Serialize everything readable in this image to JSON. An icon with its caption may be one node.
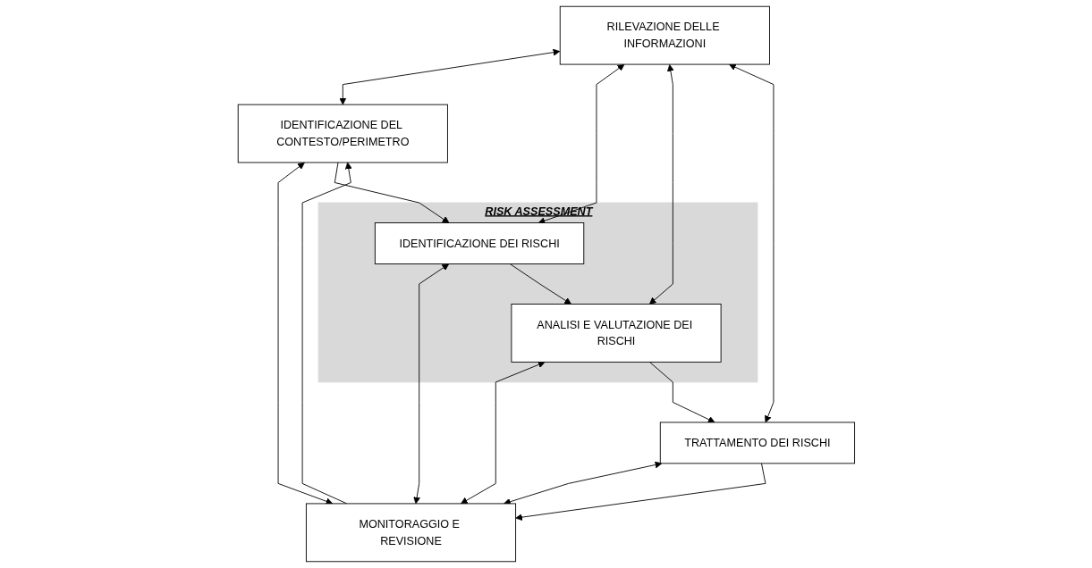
{
  "diagram": {
    "nodes": [
      {
        "text": [
          "RILEVAZIONE DELLE INFORMAZIONI"
        ]
      },
      {
        "text": [
          "IDENTIFICAZIONE DEL CONTESTO/PERIMETRO"
        ]
      },
      {
        "text": [
          "RISK ASSESSMENT"
        ]
      },
      {
        "text": [
          "IDENTIFICAZIONE DEI RISCHI"
        ],
        "in": 2
      },
      {
        "text": [
          "ANALISI E VALUTAZIONE DEI RISCHI"
        ],
        "in": 2
      },
      {
        "text": [
          "TRATTAMENTO DEI RISCHI"
        ]
      },
      {
        "text": [
          "MONITORAGGIO E REVISIONE"
        ]
      }
    ],
    "edges": [
      {
        "from": 0,
        "to": 1,
        "arrow": "both"
      },
      {
        "from": 1,
        "to": 6,
        "arrow": "both"
      },
      {
        "from": 0,
        "to": 3,
        "arrow": "both"
      },
      {
        "from": 3,
        "to": 6,
        "arrow": "both"
      },
      {
        "from": 0,
        "to": 4,
        "arrow": "both"
      },
      {
        "from": 4,
        "to": 6,
        "arrow": "both"
      },
      {
        "from": 0,
        "to": 5,
        "arrow": "both"
      },
      {
        "from": 5,
        "to": 6,
        "arrow": "both"
      },
      {
        "from": 1,
        "to": 3,
        "arrow": "to"
      },
      {
        "from": 3,
        "to": 4,
        "arrow": "to"
      },
      {
        "from": 4,
        "to": 5,
        "arrow": "to"
      },
      {
        "from": 6,
        "to": 1,
        "arrow": "to"
      },
      {
        "from": 5,
        "to": 6,
        "arrow": "to"
      }
    ]
  }
}
